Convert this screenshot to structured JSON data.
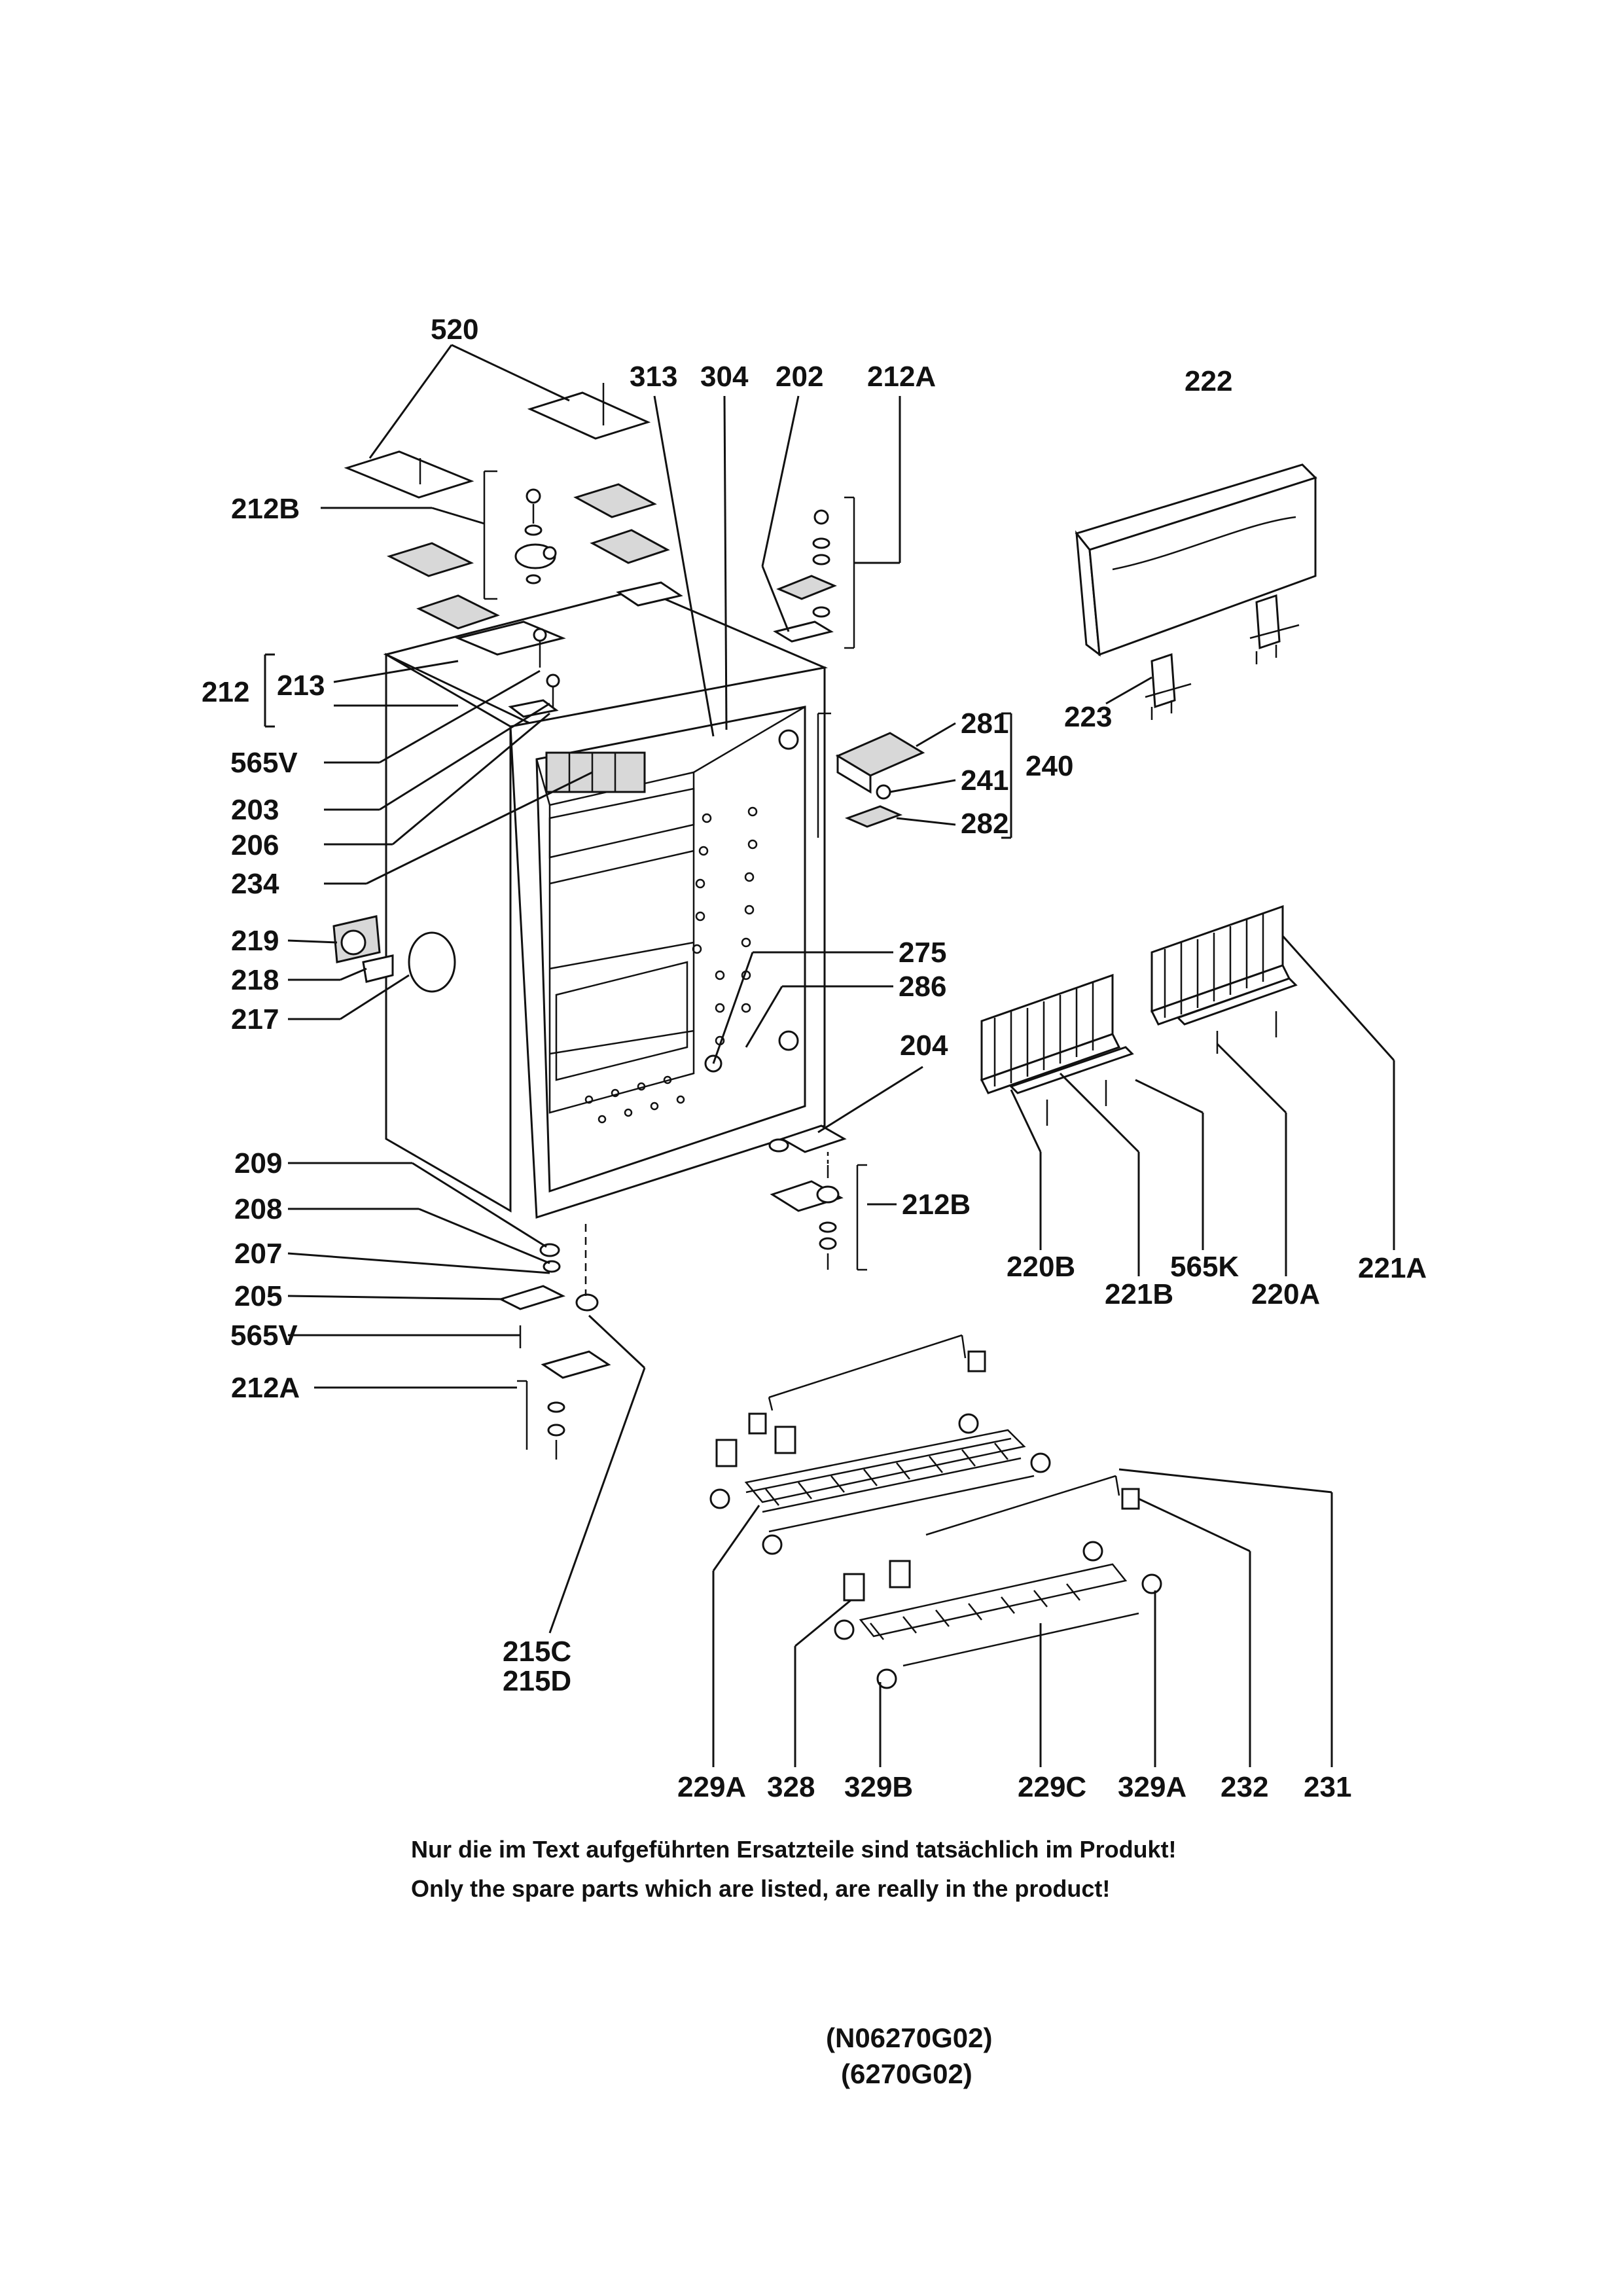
{
  "diagram": {
    "part_labels": {
      "p520": "520",
      "p313": "313",
      "p304": "304",
      "p202": "202",
      "p212A_top": "212A",
      "p222": "222",
      "p212B_top": "212B",
      "p212": "212",
      "p213": "213",
      "p565V_top": "565V",
      "p203": "203",
      "p206": "206",
      "p234": "234",
      "p281": "281",
      "p241": "241",
      "p282": "282",
      "p240": "240",
      "p223": "223",
      "p219": "219",
      "p218": "218",
      "p217": "217",
      "p275": "275",
      "p286": "286",
      "p204": "204",
      "p209": "209",
      "p208": "208",
      "p207": "207",
      "p205": "205",
      "p565V_bot": "565V",
      "p212A_bot": "212A",
      "p212B_bot": "212B",
      "p220B": "220B",
      "p221B": "221B",
      "p565K": "565K",
      "p220A": "220A",
      "p221A": "221A",
      "p215C": "215C",
      "p215D": "215D",
      "p229A": "229A",
      "p328": "328",
      "p329B": "329B",
      "p229C": "229C",
      "p329A": "329A",
      "p232": "232",
      "p231": "231"
    },
    "note_de": "Nur die im Text aufgeführten Ersatzteile sind tatsächlich im Produkt!",
    "note_en": "Only the spare parts which are listed, are really in the product!",
    "code_1": "(N06270G02)",
    "code_2": "(6270G02)"
  }
}
